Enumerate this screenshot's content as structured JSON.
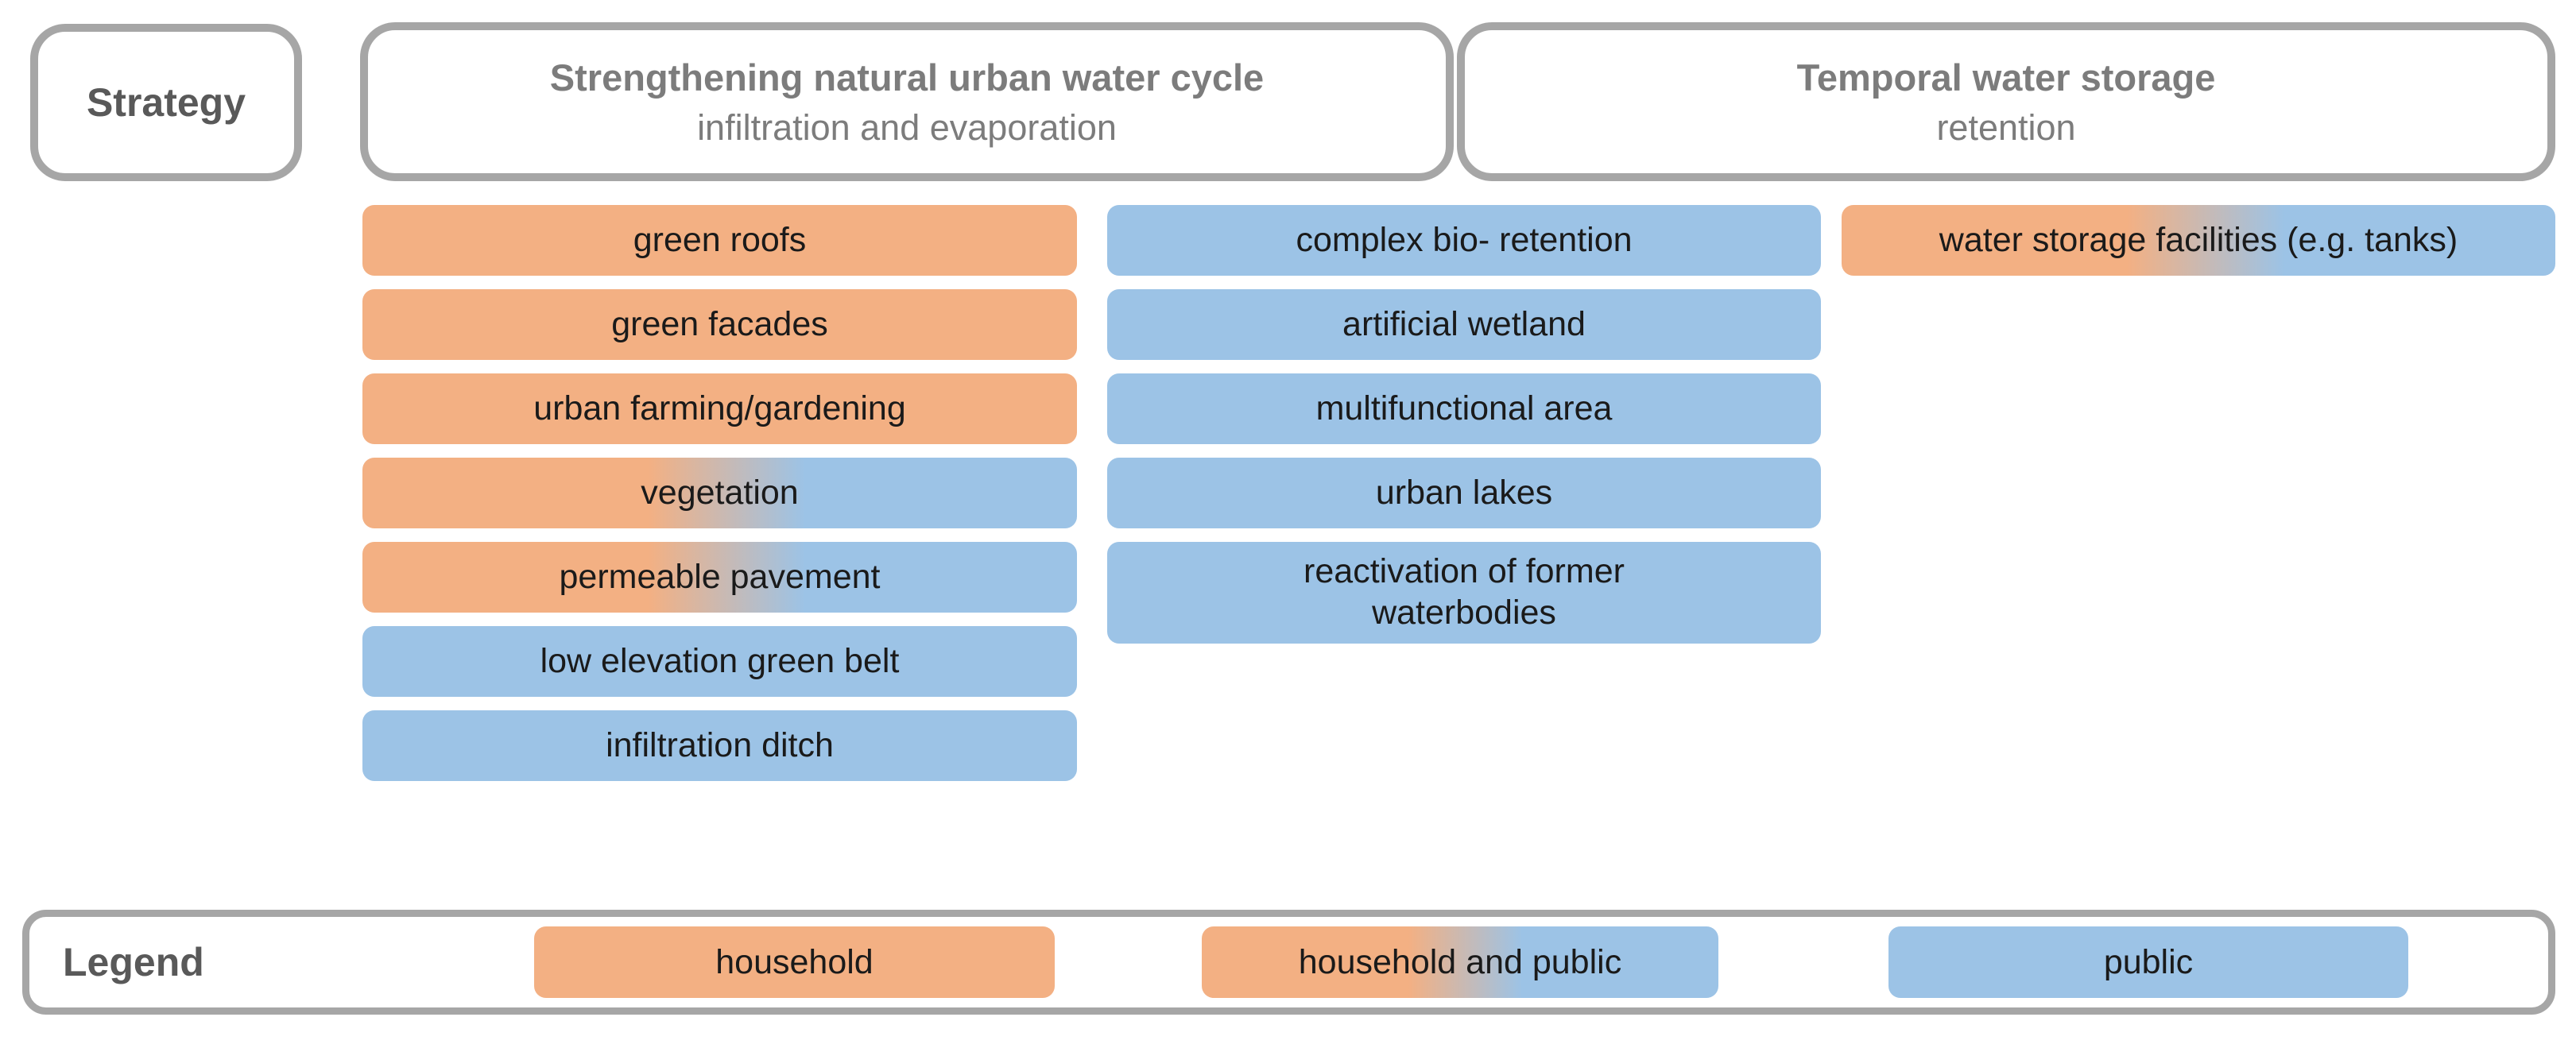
{
  "strategy": {
    "label": "Strategy"
  },
  "headers": [
    {
      "title": "Strengthening natural urban water cycle",
      "subtitle": "infiltration and evaporation"
    },
    {
      "title": "Temporal water storage",
      "subtitle": "retention"
    }
  ],
  "measure_columns": [
    {
      "items": [
        {
          "label": "green roofs",
          "ownership": "household"
        },
        {
          "label": "green facades",
          "ownership": "household"
        },
        {
          "label": "urban farming/gardening",
          "ownership": "household"
        },
        {
          "label": "vegetation",
          "ownership": "household and public"
        },
        {
          "label": "permeable pavement",
          "ownership": "household and public"
        },
        {
          "label": "low elevation green belt",
          "ownership": "public"
        },
        {
          "label": "infiltration ditch",
          "ownership": "public"
        }
      ]
    },
    {
      "items": [
        {
          "label": "complex bio- retention",
          "ownership": "public"
        },
        {
          "label": "artificial wetland",
          "ownership": "public"
        },
        {
          "label": "multifunctional area",
          "ownership": "public"
        },
        {
          "label": "urban lakes",
          "ownership": "public"
        },
        {
          "label": "reactivation of former waterbodies",
          "ownership": "public"
        }
      ]
    },
    {
      "items": [
        {
          "label": "water storage facilities (e.g. tanks)",
          "ownership": "household and public"
        }
      ]
    }
  ],
  "legend": {
    "label": "Legend",
    "items": [
      {
        "label": "household",
        "ownership": "household"
      },
      {
        "label": "household and public",
        "ownership": "household and public"
      },
      {
        "label": "public",
        "ownership": "public"
      }
    ]
  },
  "colors": {
    "orange": "#F3B083",
    "blue": "#9CC3E6",
    "border_gray": "#A6A6A6",
    "header_text": "#7C7C7C",
    "label_text": "#595959",
    "item_text": "#1A1A1A"
  }
}
